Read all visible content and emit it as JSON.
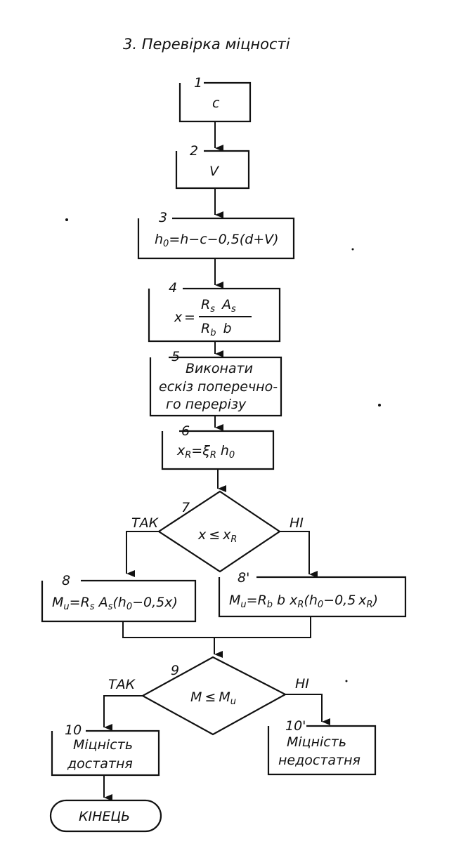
{
  "title": "3. Перевірка міцності",
  "blocks": {
    "b1": {
      "num": "1",
      "text": "с"
    },
    "b2": {
      "num": "2",
      "text": "V"
    },
    "b3": {
      "num": "3",
      "formula": "h0=h−c−0,5(d+V)"
    },
    "b4": {
      "num": "4",
      "formula": "x = Rs As / Rb b"
    },
    "b5": {
      "num": "5",
      "lines": [
        "Виконати",
        "ескіз поперечно-",
        "го перерізу"
      ]
    },
    "b6": {
      "num": "6",
      "formula": "xR=ξR h0"
    },
    "d7": {
      "num": "7",
      "condition": "x ≤ xR",
      "yes": "ТАК",
      "no": "НІ"
    },
    "b8": {
      "num": "8",
      "formula": "Mu=Rs As(h0−0,5x)"
    },
    "b8p": {
      "num": "8'",
      "formula": "Mu=Rb b xR(h0−0,5xR)"
    },
    "d9": {
      "num": "9",
      "condition": "M ≤ Mu",
      "yes": "ТАК",
      "no": "НІ"
    },
    "b10": {
      "num": "10",
      "lines": [
        "Міцність",
        "достатня"
      ]
    },
    "b10p": {
      "num": "10'",
      "lines": [
        "Міцність",
        "недостатня"
      ]
    },
    "end": {
      "text": "КІНЕЦЬ"
    }
  },
  "symbols": {
    "h": "h",
    "zero": "0",
    "x": "x",
    "R": "R",
    "s": "s",
    "b": "b",
    "A": "A",
    "xi": "ξ",
    "M": "M",
    "u": "u",
    "eq": "=",
    "le": "≤",
    "body3": "=h−c−0,5(d+V)",
    "Rs": "Rs",
    "As": "As",
    "Rb": "Rb",
    "open": "(",
    "minus": "−0,5",
    "close": ")"
  }
}
